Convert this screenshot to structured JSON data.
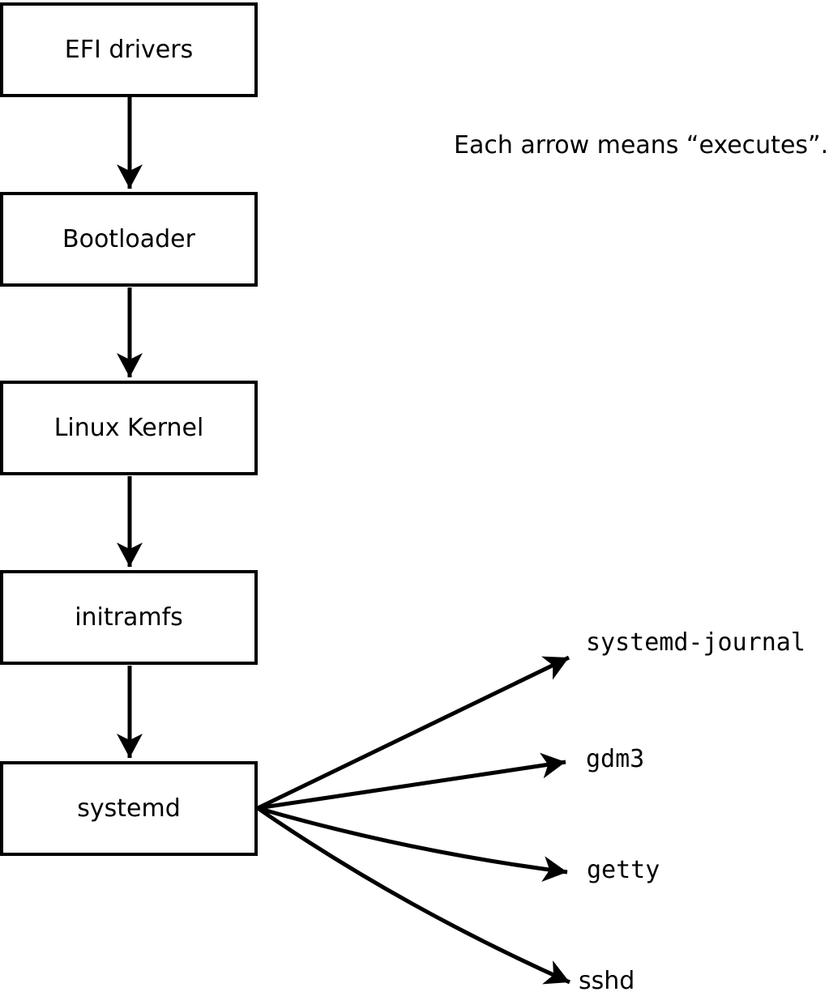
{
  "colors": {
    "ink": "#000000",
    "background": "#ffffff"
  },
  "annotation": "Each arrow means “executes”.",
  "chain": [
    {
      "label": "EFI drivers"
    },
    {
      "label": "Bootloader"
    },
    {
      "label": "Linux Kernel"
    },
    {
      "label": "initramfs"
    },
    {
      "label": "systemd"
    }
  ],
  "spawned": [
    {
      "label": "systemd-journal"
    },
    {
      "label": "gdm3"
    },
    {
      "label": "getty"
    },
    {
      "label": "sshd"
    }
  ],
  "edges": [
    {
      "from": "EFI drivers",
      "to": "Bootloader"
    },
    {
      "from": "Bootloader",
      "to": "Linux Kernel"
    },
    {
      "from": "Linux Kernel",
      "to": "initramfs"
    },
    {
      "from": "initramfs",
      "to": "systemd"
    },
    {
      "from": "systemd",
      "to": "systemd-journal"
    },
    {
      "from": "systemd",
      "to": "gdm3"
    },
    {
      "from": "systemd",
      "to": "getty"
    },
    {
      "from": "systemd",
      "to": "sshd"
    }
  ]
}
